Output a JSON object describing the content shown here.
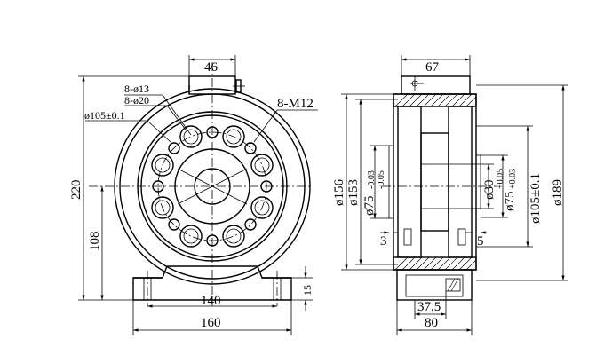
{
  "front_view": {
    "top_width": "46",
    "bolt_circle_small": "8-ø13",
    "bolt_circle_large": "8-ø20",
    "bolt_pcd": "ø105±0.1",
    "thread": "8-M12",
    "height_total": "220",
    "center_height": "108",
    "base_thickness": "15",
    "base_hole_span": "140",
    "base_width": "160"
  },
  "side_view": {
    "top_width": "67",
    "dia_156": "ø156",
    "dia_153": "ø153",
    "dia_75_minus": "ø75",
    "tol_75_minus_upper": "-0.03",
    "tol_75_minus_lower": "-0.05",
    "step_left": "3",
    "dia_30": "ø30",
    "dia_75_plus": "ø75",
    "tol_75_plus_upper": "+0.05",
    "tol_75_plus_lower": "+0.03",
    "dia_105": "ø105±0.1",
    "dia_189": "ø189",
    "step_right": "5",
    "base_inner": "37.5",
    "base_width": "80"
  }
}
